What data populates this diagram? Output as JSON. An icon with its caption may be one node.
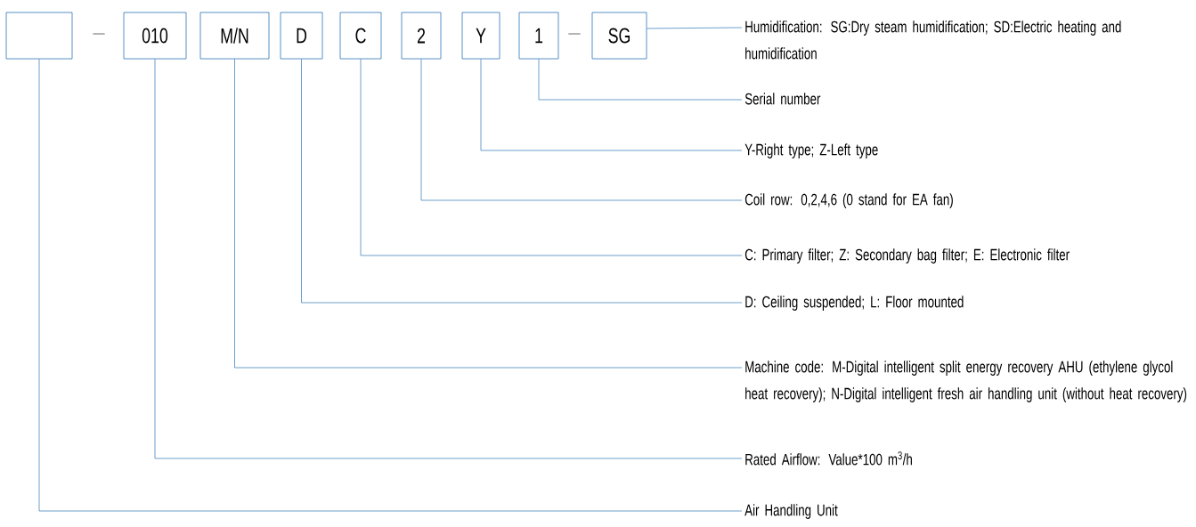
{
  "diagram": {
    "nodes": [
      {
        "text": [],
        "shape": "box"
      },
      {
        "text": [
          "010"
        ]
      },
      {
        "text": [
          "M/N"
        ]
      },
      {
        "text": [
          "D"
        ]
      },
      {
        "text": [
          "C"
        ]
      },
      {
        "text": [
          "2"
        ]
      },
      {
        "text": [
          "Y"
        ]
      },
      {
        "text": [
          "1"
        ]
      },
      {
        "text": [
          "SG"
        ]
      },
      {
        "text": [
          "Humidification: SG:Dry steam humidification; SD:Electric heating and humidification"
        ]
      },
      {
        "text": [
          "Serial number"
        ]
      },
      {
        "text": [
          "Y-Right type; Z-Left type"
        ]
      },
      {
        "text": [
          "Coil row: 0,2,4,6 (0 stand for EA fan)"
        ]
      },
      {
        "text": [
          "C: Primary filter; Z: Secondary bag filter; E: Electronic filter"
        ]
      },
      {
        "text": [
          "D: Ceiling suspended; L: Floor mounted"
        ]
      },
      {
        "text": [
          "Machine code: M-Digital intelligent split energy recovery AHU (ethylene glycol heat recovery); N-Digital intelligent fresh air handling unit (without heat recovery)"
        ]
      },
      {
        "text": [
          "Rated Airflow: Value*100 m$^{3}$/h"
        ]
      },
      {
        "text": [
          "Air Handling Unit"
        ]
      }
    ],
    "edges": [
      {
        "from": 8,
        "to": 9,
        "arrow": "none"
      },
      {
        "from": 7,
        "to": 10,
        "arrow": "none"
      },
      {
        "from": 6,
        "to": 11,
        "arrow": "none"
      },
      {
        "from": 5,
        "to": 12,
        "arrow": "none"
      },
      {
        "from": 4,
        "to": 13,
        "arrow": "none"
      },
      {
        "from": 3,
        "to": 14,
        "arrow": "none"
      },
      {
        "from": 2,
        "to": 15,
        "arrow": "none"
      },
      {
        "from": 1,
        "to": 16,
        "arrow": "none"
      },
      {
        "from": 0,
        "to": 17,
        "arrow": "none"
      }
    ],
    "labels": [
      "—",
      "—"
    ]
  }
}
